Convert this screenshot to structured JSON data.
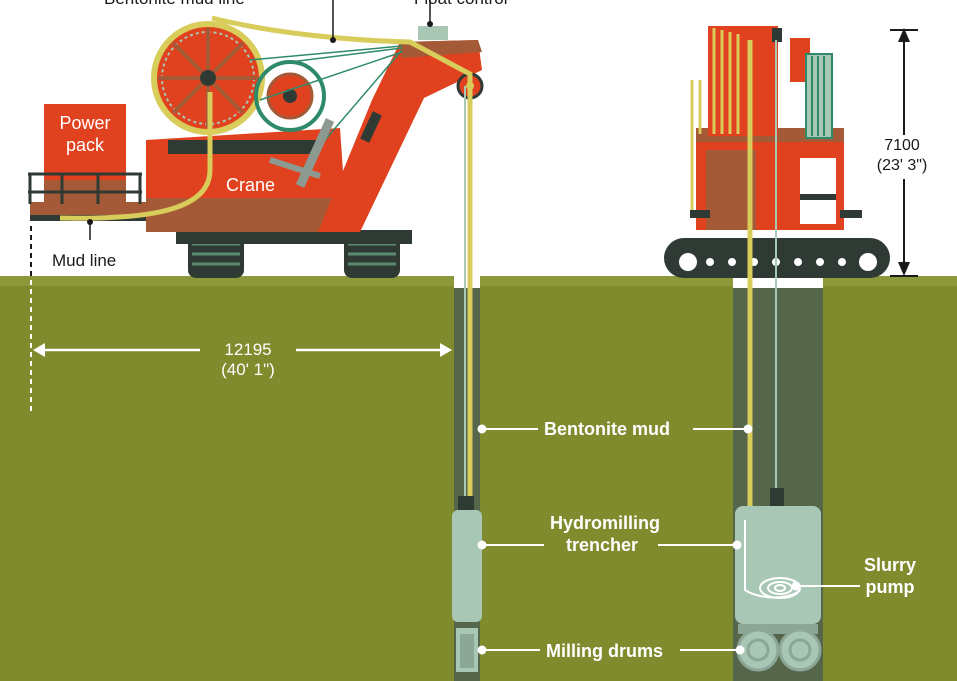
{
  "labels": {
    "bentonite_mud_line": "Bentonite mud line",
    "float_control": "Float control",
    "power_pack": "Power pack",
    "crane": "Crane",
    "mud_line": "Mud line",
    "bentonite_mud": "Bentonite mud",
    "hydromilling_trencher_1": "Hydromilling",
    "hydromilling_trencher_2": "trencher",
    "slurry_pump_1": "Slurry",
    "slurry_pump_2": "pump",
    "milling_drums": "Milling drums"
  },
  "dimensions": {
    "reach_mm": "12195",
    "reach_ft": "(40' 1\")",
    "height_mm": "7100",
    "height_ft": "(23' 3\")"
  },
  "colors": {
    "soil": "#7e8a2c",
    "soil_top": "#8f9a38",
    "machine_red": "#e0421f",
    "machine_dark": "#2f3a34",
    "trench": "#55664a",
    "trencher": "#a9c7b5",
    "hose_yellow": "#d8cc5a"
  }
}
